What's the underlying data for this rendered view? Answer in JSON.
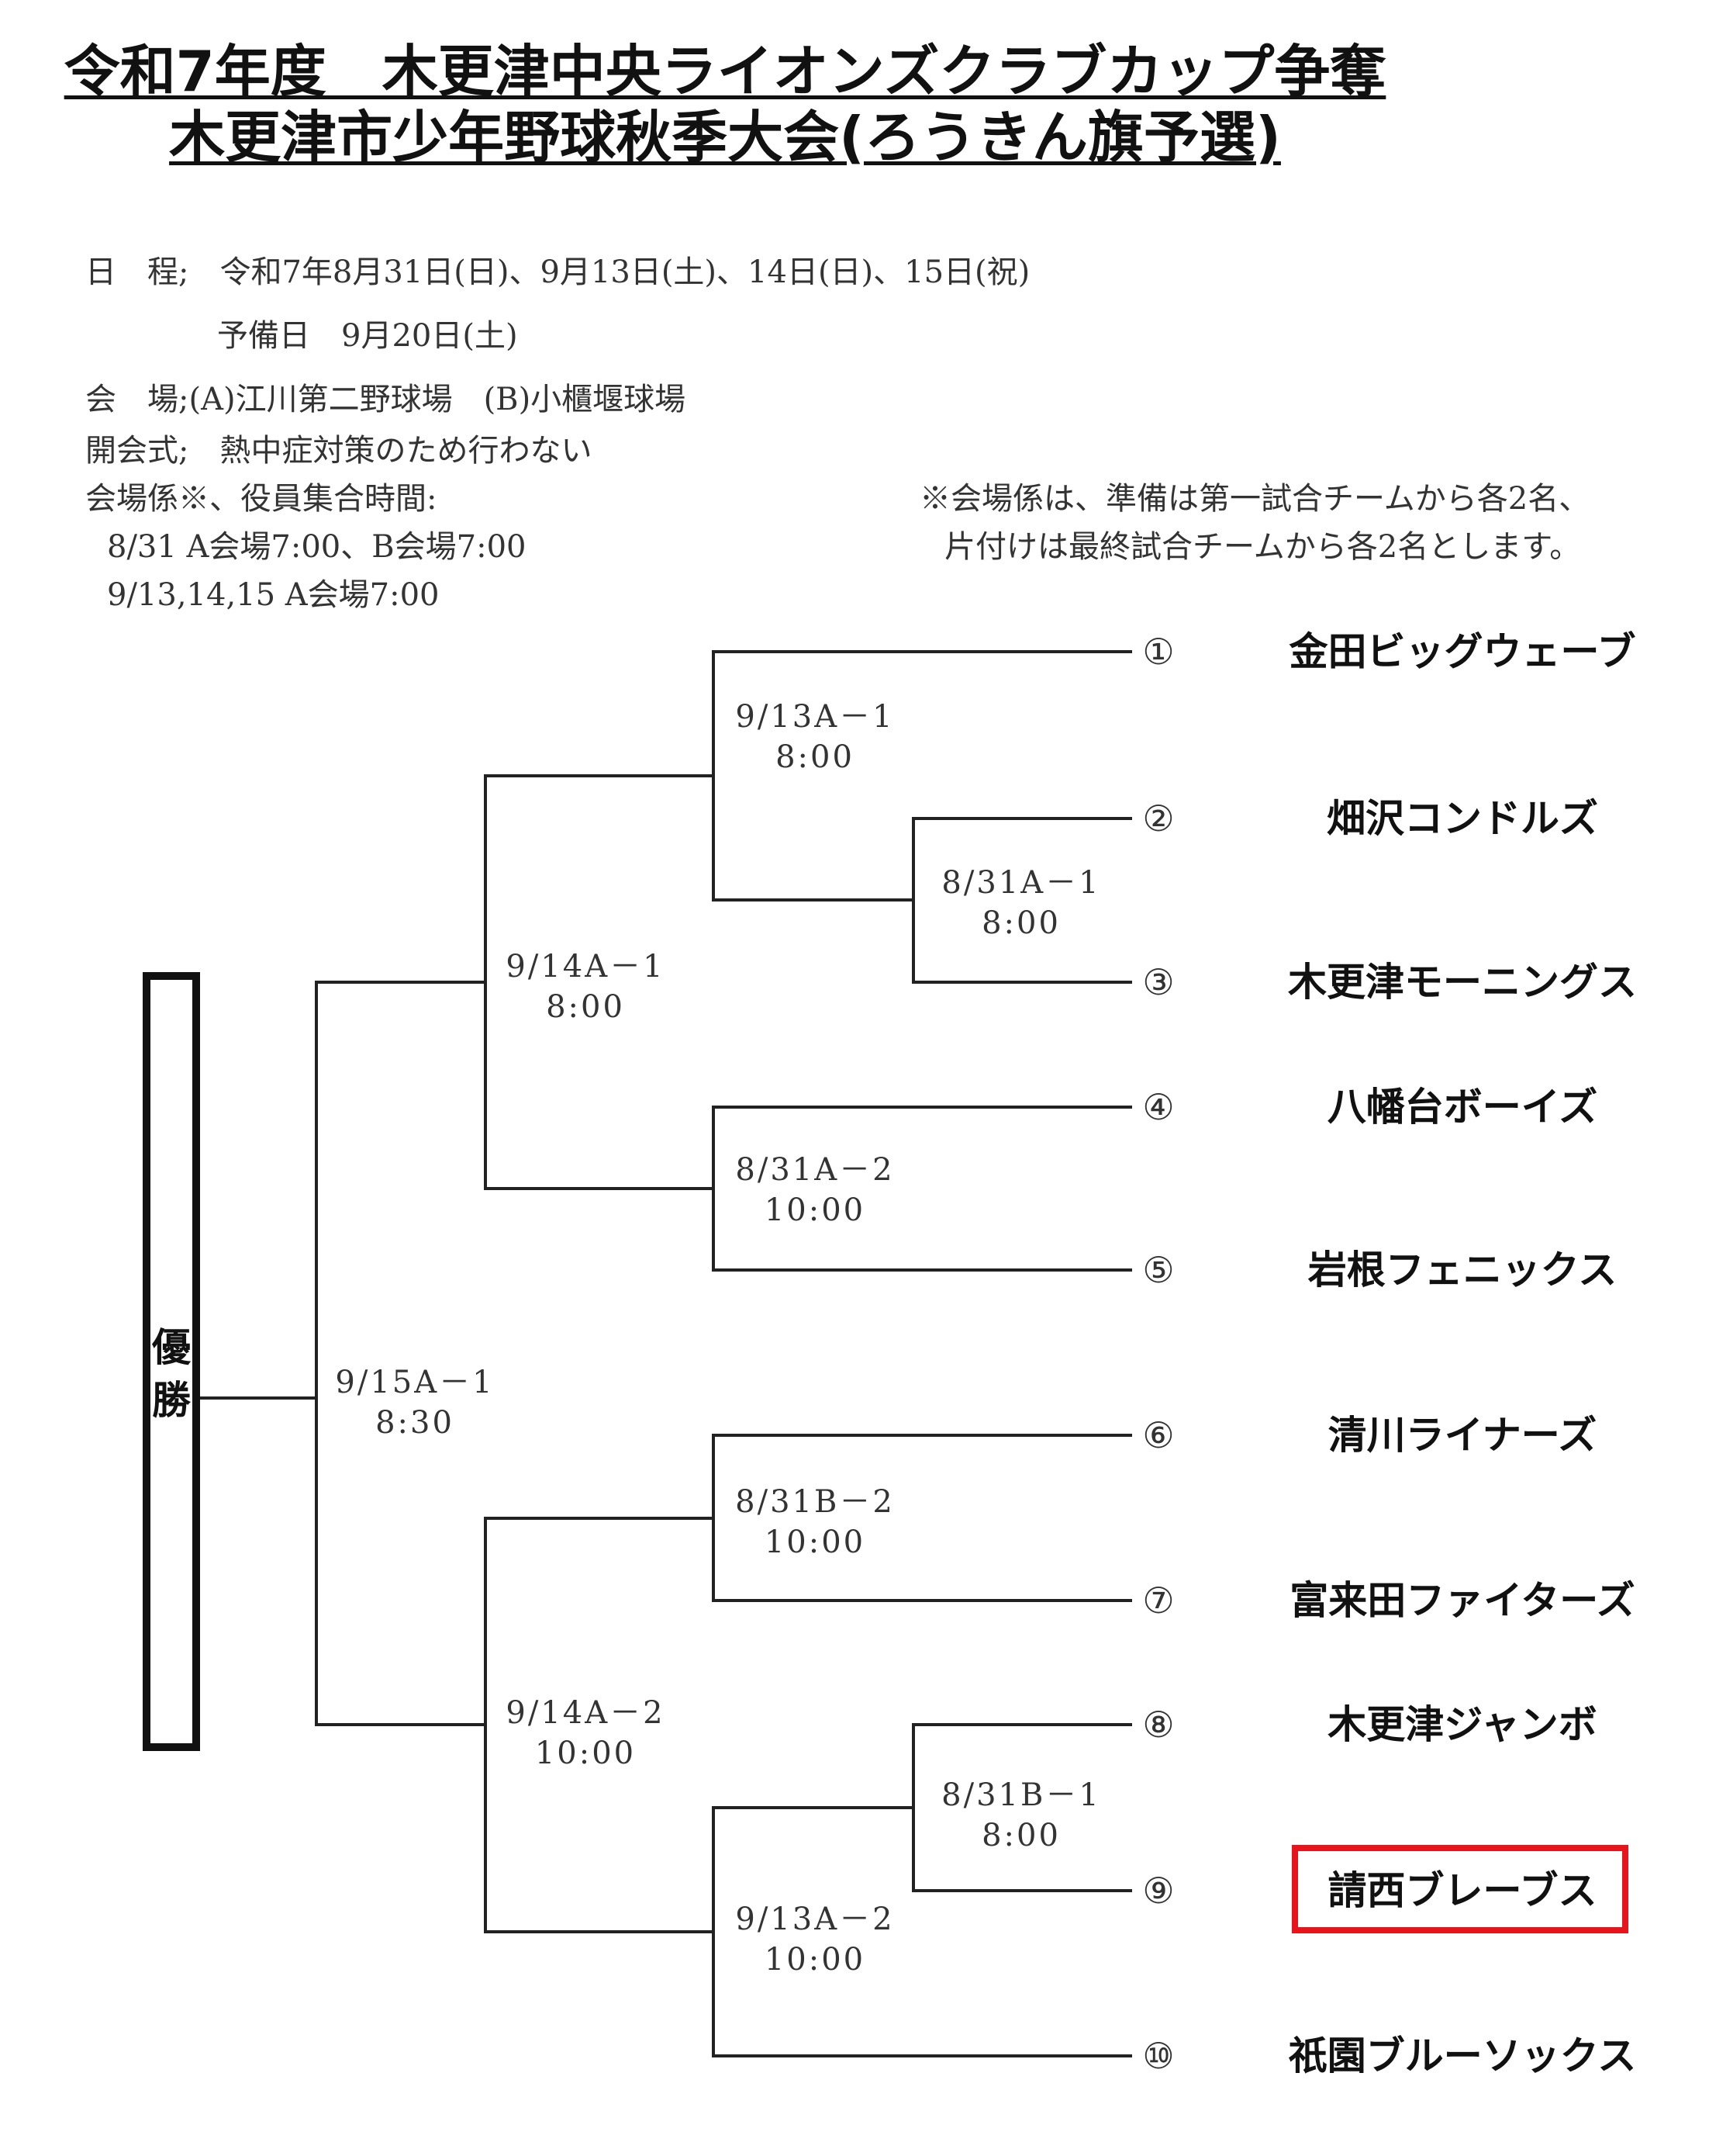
{
  "title": {
    "line1": "令和7年度　木更津中央ライオンズクラブカップ争奪",
    "line2": "木更津市少年野球秋季大会(ろうきん旗予選)"
  },
  "info": {
    "schedule": "日　程;　令和7年8月31日(日)、9月13日(土)、14日(日)、15日(祝)",
    "reserve": "予備日　9月20日(土)",
    "venue": "会　場;(A)江川第二野球場　(B)小櫃堰球場",
    "ceremony": "開会式;　熱中症対策のため行わない",
    "staff_time": "会場係※、役員集合時間:",
    "time1": "8/31 A会場7:00、B会場7:00",
    "time2": "9/13,14,15 A会場7:00",
    "note1": "※会場係は、準備は第一試合チームから各2名、",
    "note2": "片付けは最終試合チームから各2名とします。"
  },
  "winner_label": "優勝",
  "teams": [
    {
      "num": "①",
      "name": "金田ビッグウェーブ"
    },
    {
      "num": "②",
      "name": "畑沢コンドルズ"
    },
    {
      "num": "③",
      "name": "木更津モーニングス"
    },
    {
      "num": "④",
      "name": "八幡台ボーイズ"
    },
    {
      "num": "⑤",
      "name": "岩根フェニックス"
    },
    {
      "num": "⑥",
      "name": "清川ライナーズ"
    },
    {
      "num": "⑦",
      "name": "富来田ファイターズ"
    },
    {
      "num": "⑧",
      "name": "木更津ジャンボ"
    },
    {
      "num": "⑨",
      "name": "請西ブレーブス"
    },
    {
      "num": "⑩",
      "name": "祇園ブルーソックス"
    }
  ],
  "matches": {
    "m_8_31_A1": {
      "game": "8/31A－1",
      "time": "8:00"
    },
    "m_8_31_A2": {
      "game": "8/31A－2",
      "time": "10:00"
    },
    "m_8_31_B2": {
      "game": "8/31B－2",
      "time": "10:00"
    },
    "m_8_31_B1": {
      "game": "8/31B－1",
      "time": "8:00"
    },
    "m_9_13_A1": {
      "game": "9/13A－1",
      "time": "8:00"
    },
    "m_9_13_A2": {
      "game": "9/13A－2",
      "time": "10:00"
    },
    "m_9_14_A1": {
      "game": "9/14A－1",
      "time": "8:00"
    },
    "m_9_14_A2": {
      "game": "9/14A－2",
      "time": "10:00"
    },
    "m_9_15_A1": {
      "game": "9/15A－1",
      "time": "8:30"
    }
  },
  "highlight_color": "#e8141c",
  "line_color": "#222222"
}
